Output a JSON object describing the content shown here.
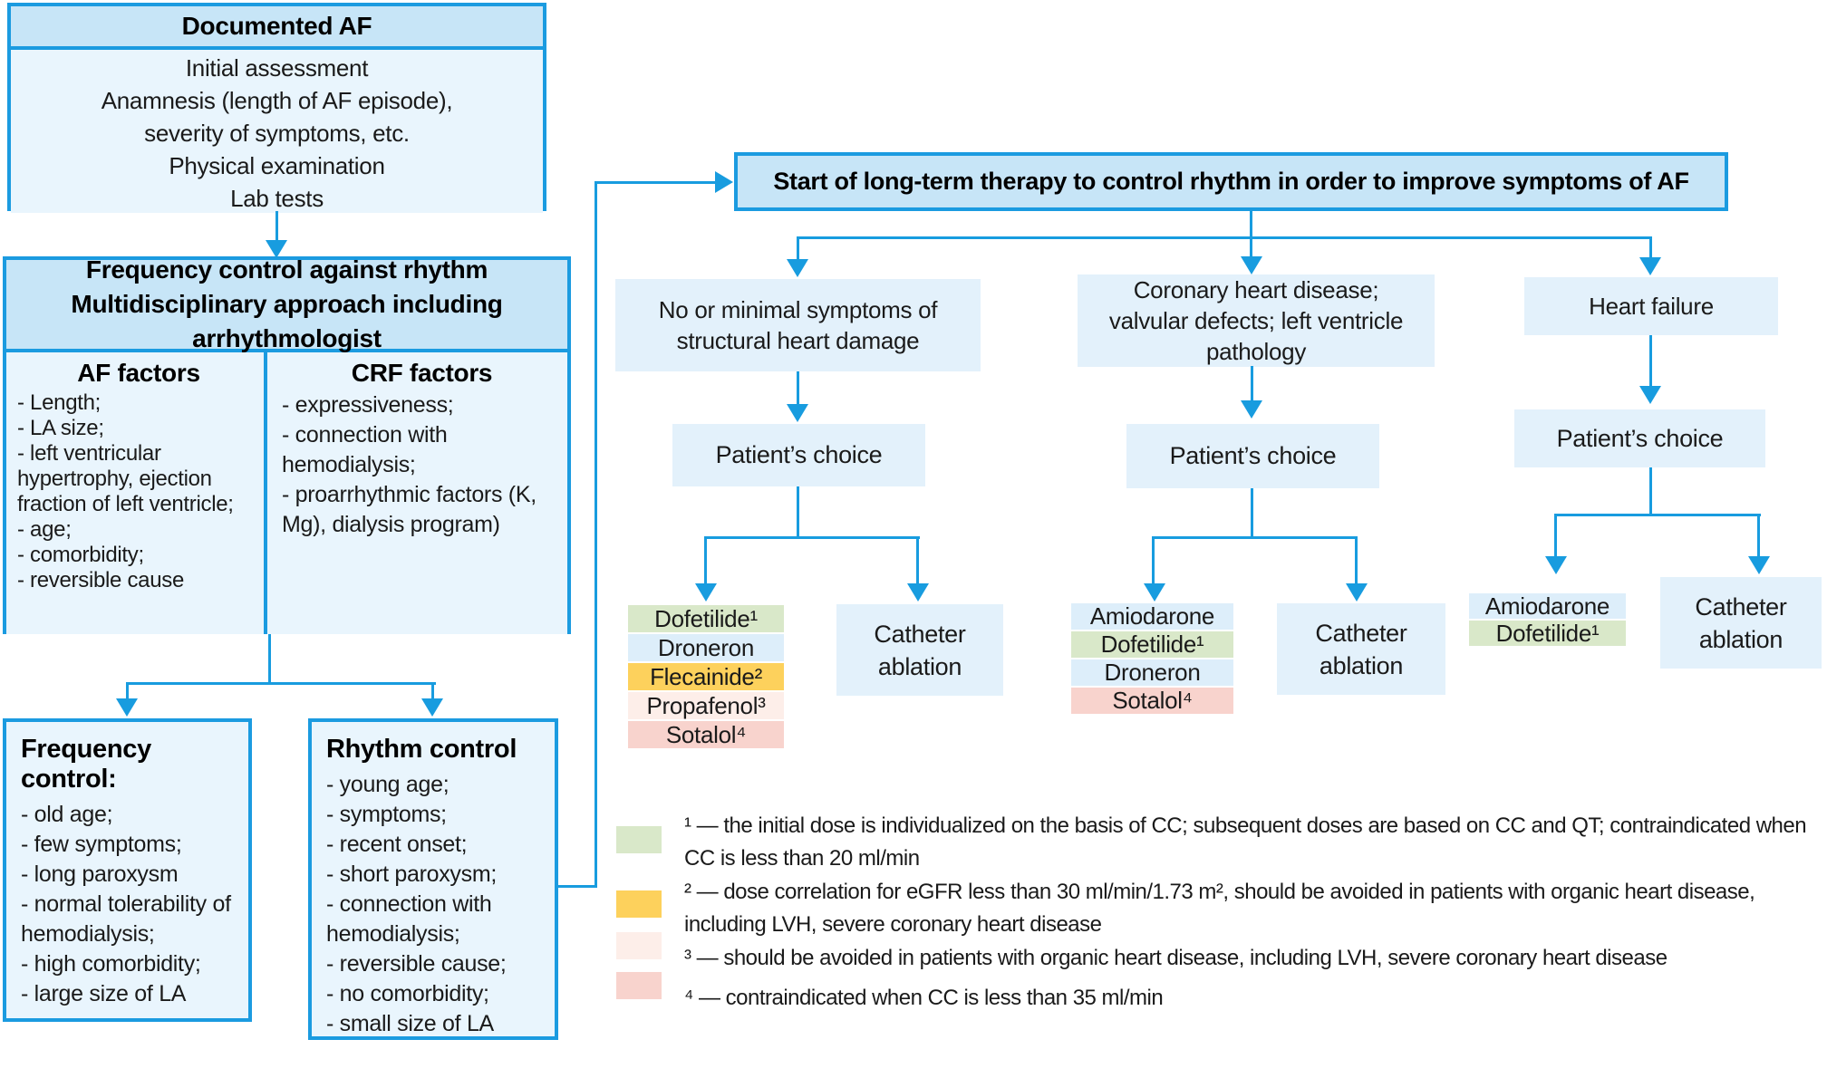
{
  "palette": {
    "border_blue": "#1b9be0",
    "line_blue": "#189cdf",
    "header_fill": "#c7e5f7",
    "body_fill": "#e9f5fd",
    "node_fill": "#e3f1fb",
    "row_blue": "#ddeefa",
    "row_green": "#d9e8c9",
    "row_yellow": "#fdd15c",
    "row_blush": "#fdeee9",
    "row_pink": "#f8d3cd",
    "text": "#1a1a1a"
  },
  "documented_af": {
    "title": "Documented AF",
    "lines": [
      "Initial assessment",
      "Anamnesis (length of AF episode),",
      "severity of symptoms, etc.",
      "Physical examination",
      "Lab tests"
    ]
  },
  "freq_vs_rhythm": {
    "title_line1": "Frequency control against rhythm",
    "title_line2": "Multidisciplinary approach including arrhythmologist",
    "af": {
      "title": "AF factors",
      "items": [
        "- Length;",
        "- LA size;",
        "- left ventricular hypertrophy, ejection fraction of left ventricle;",
        "- age;",
        "- comorbidity;",
        "- reversible cause"
      ]
    },
    "crf": {
      "title": "CRF factors",
      "items": [
        "- expressiveness;",
        "- connection with hemodialysis;",
        "- proarrhythmic factors (K, Mg), dialysis program)"
      ]
    }
  },
  "frequency_control": {
    "title": "Frequency control:",
    "items": [
      "- old age;",
      "- few symptoms;",
      "- long paroxysm",
      "- normal tolerability of hemodialysis;",
      "- high comorbidity;",
      "- large size of LA"
    ]
  },
  "rhythm_control": {
    "title": "Rhythm control",
    "items": [
      "- young age;",
      "- symptoms;",
      "- recent onset;",
      "- short paroxysm;",
      "- connection with hemodialysis;",
      "- reversible cause;",
      "- no comorbidity;",
      "- small size of LA"
    ]
  },
  "start_therapy": {
    "title": "Start of long-term therapy to control rhythm in order to improve symptoms of AF"
  },
  "branches": [
    {
      "condition": "No or minimal symptoms of structural heart damage",
      "choice": "Patient’s choice",
      "drugs": [
        {
          "name": "Dofetilide¹",
          "tone": "green"
        },
        {
          "name": "Droneron",
          "tone": "blue"
        },
        {
          "name": "Flecainide²",
          "tone": "yellow"
        },
        {
          "name": "Propafenol³",
          "tone": "blush"
        },
        {
          "name": "Sotalol⁴",
          "tone": "pink"
        }
      ],
      "ablation": "Catheter ablation"
    },
    {
      "condition": "Coronary heart disease; valvular defects; left ventricle pathology",
      "choice": "Patient’s choice",
      "drugs": [
        {
          "name": "Amiodarone",
          "tone": "blue"
        },
        {
          "name": "Dofetilide¹",
          "tone": "green"
        },
        {
          "name": "Droneron",
          "tone": "blue"
        },
        {
          "name": "Sotalol⁴",
          "tone": "pink"
        }
      ],
      "ablation": "Catheter ablation"
    },
    {
      "condition": "Heart failure",
      "choice": "Patient’s choice",
      "drugs": [
        {
          "name": "Amiodarone",
          "tone": "blue"
        },
        {
          "name": "Dofetilide¹",
          "tone": "green"
        }
      ],
      "ablation": "Catheter ablation"
    }
  ],
  "legend": [
    {
      "tone": "green",
      "text": "¹ — the initial dose is individualized on the basis of CC; subsequent doses are based on CC and QT; contraindicated when CC is less than 20 ml/min"
    },
    {
      "tone": "yellow",
      "text": "² — dose correlation for eGFR less than 30 ml/min/1.73 m², should be avoided in patients with organic heart disease, including LVH, severe coronary heart disease"
    },
    {
      "tone": "blush",
      "text": "³ — should be avoided in patients with organic heart disease, including LVH, severe coronary heart disease"
    },
    {
      "tone": "pink",
      "text": "⁴ — contraindicated when CC is less than 35 ml/min"
    }
  ]
}
